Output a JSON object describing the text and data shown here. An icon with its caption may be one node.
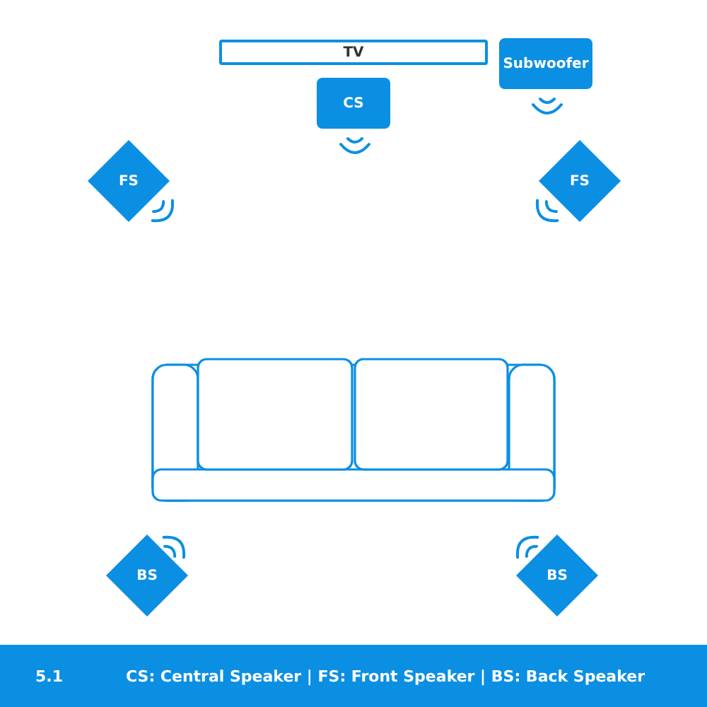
{
  "diagram": {
    "title": "5.1",
    "caption": "CS: Central Speaker | FS: Front Speaker | BS: Back Speaker",
    "nodes": [
      {
        "text": [
          "TV"
        ]
      },
      {
        "text": [
          "Subwoofer"
        ]
      },
      {
        "text": [
          "CS"
        ]
      },
      {
        "text": [
          "FS"
        ]
      },
      {
        "text": [
          "FS"
        ]
      },
      {
        "text": [
          "BS"
        ]
      },
      {
        "text": [
          "BS"
        ]
      }
    ]
  }
}
